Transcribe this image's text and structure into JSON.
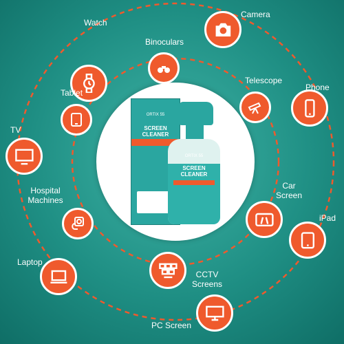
{
  "colors": {
    "accent": "#ef5a2d",
    "background": "#1f8f84",
    "ring": "#ef5a2d",
    "white": "#ffffff"
  },
  "product": {
    "box_brand": "ORTIX 55",
    "box_title": "SCREEN CLEANER",
    "bottle_brand": "ORTIX 55",
    "bottle_title": "SCREEN CLEANER"
  },
  "devices": {
    "watch": {
      "label": "Watch",
      "icon": "watch-icon"
    },
    "camera": {
      "label": "Camera",
      "icon": "camera-icon"
    },
    "binoculars": {
      "label": "Binoculars",
      "icon": "binoculars-icon"
    },
    "tablet": {
      "label": "Tablet",
      "icon": "tablet-icon"
    },
    "telescope": {
      "label": "Telescope",
      "icon": "telescope-icon"
    },
    "phone": {
      "label": "Phone",
      "icon": "phone-icon"
    },
    "tv": {
      "label": "TV",
      "icon": "tv-icon"
    },
    "hospital": {
      "label": "Hospital Machines",
      "icon": "hospital-machine-icon"
    },
    "car": {
      "label": "Car Screen",
      "icon": "car-screen-icon"
    },
    "ipad": {
      "label": "iPad",
      "icon": "ipad-icon"
    },
    "laptop": {
      "label": "Laptop",
      "icon": "laptop-icon"
    },
    "cctv": {
      "label": "CCTV Screens",
      "icon": "cctv-screens-icon"
    },
    "pc": {
      "label": "PC Screen",
      "icon": "pc-screen-icon"
    }
  }
}
